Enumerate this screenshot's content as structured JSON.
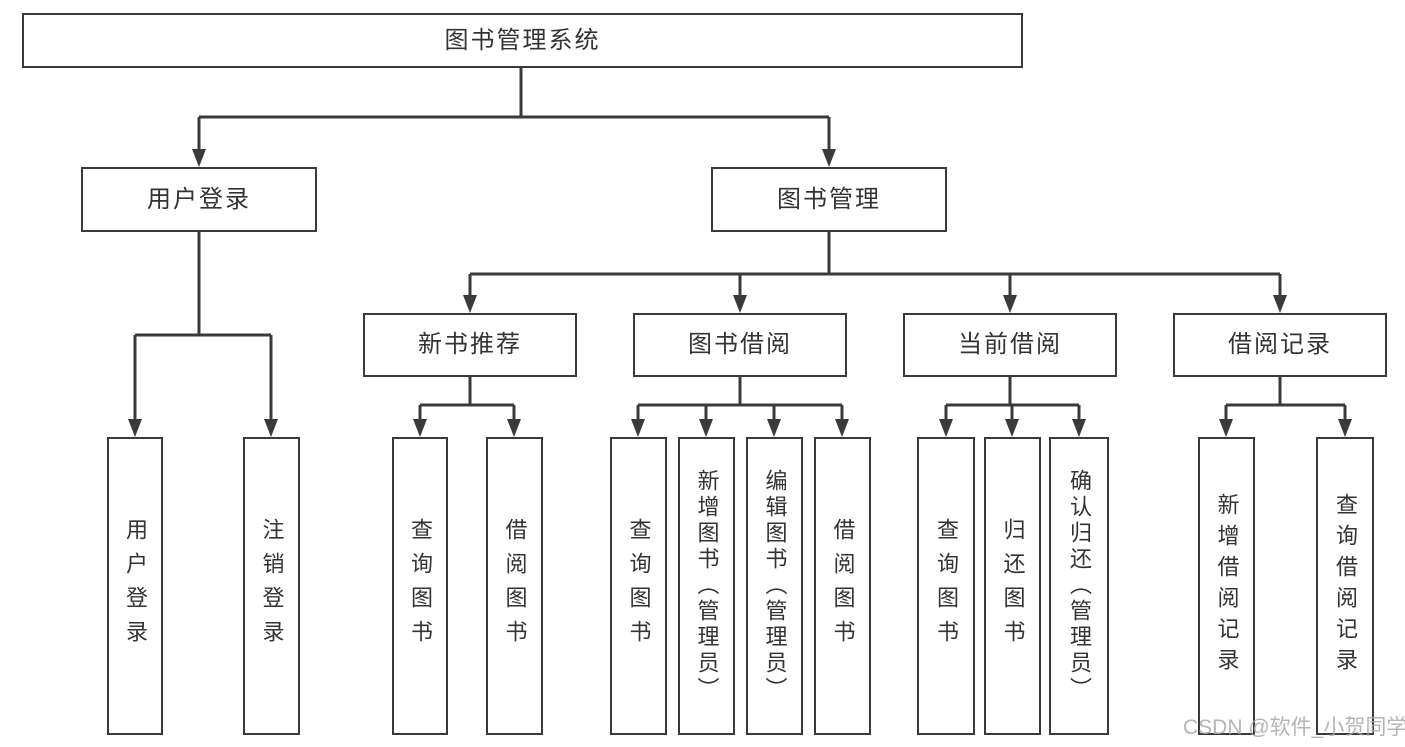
{
  "diagram_title": "图书管理系统",
  "nodes": {
    "root": "图书管理系统",
    "user_login": "用户登录",
    "book_mgmt": "图书管理",
    "new_book_rec": "新书推荐",
    "book_borrow": "图书借阅",
    "current_borrow": "当前借阅",
    "borrow_record": "借阅记录",
    "ul_user_login": "用户登录",
    "ul_logout": "注销登录",
    "nb_query_book": "查询图书",
    "nb_borrow_book": "借阅图书",
    "bb_query_book": "查询图书",
    "bb_add_book": "新增图书（管理员）",
    "bb_edit_book": "编辑图书（管理员）",
    "bb_borrow_book": "借阅图书",
    "cb_query_book": "查询图书",
    "cb_return_book": "归还图书",
    "cb_confirm_return": "确认归还（管理员）",
    "br_add_record": "新增借阅记录",
    "br_query_record": "查询借阅记录"
  },
  "watermark": "CSDN @软件_小贺同学",
  "colors": {
    "line": "#3a3a3a",
    "text": "#333333",
    "box_background": "#ffffff",
    "watermark": "#a8a8a8"
  }
}
